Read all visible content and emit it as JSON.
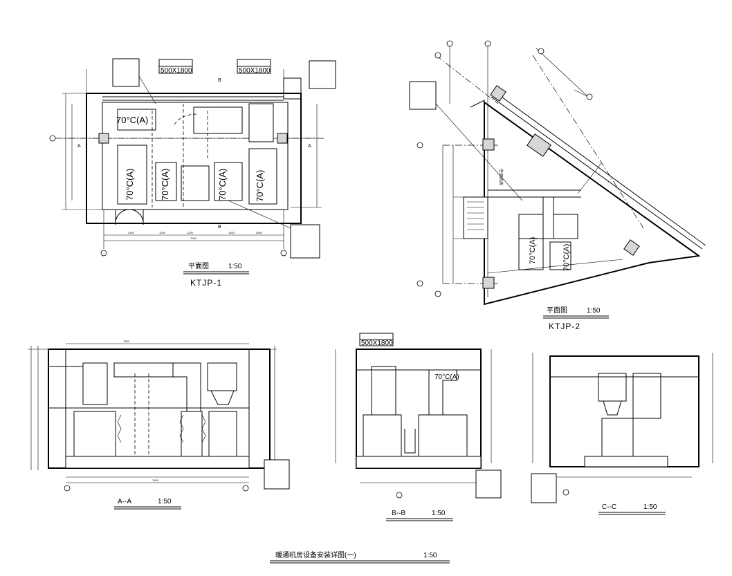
{
  "main_title": "暖通机房设备安装详图(一)",
  "main_scale": "1:50",
  "plan1": {
    "title": "平面图",
    "scale": "1:50",
    "code": "KTJP-1",
    "duct1": "500X1800",
    "duct2": "500X1800",
    "temp_labels": [
      "70°C(A)",
      "70°C(A)",
      "70°C(A)",
      "70°C(A)",
      "70°C(A)"
    ],
    "section_marks": [
      "A",
      "A",
      "B",
      "B"
    ]
  },
  "plan2": {
    "title": "平面图",
    "scale": "1:50",
    "code": "KTJP-2",
    "temp_labels": [
      "70°C(A)",
      "70°C(A)"
    ],
    "room_label": "空调机房"
  },
  "section_a": {
    "title": "A--A",
    "scale": "1:50"
  },
  "section_b": {
    "title": "B--B",
    "scale": "1:50",
    "duct": "500X1800",
    "temp_label": "70°C(A)"
  },
  "section_c": {
    "title": "C--C",
    "scale": "1:50"
  },
  "colors": {
    "line": "#000000",
    "fill_gray": "#d6d6d6",
    "background": "#ffffff"
  },
  "icons": [
    "axis-bubble-icon",
    "fire-damper-icon",
    "section-arrow-icon"
  ]
}
